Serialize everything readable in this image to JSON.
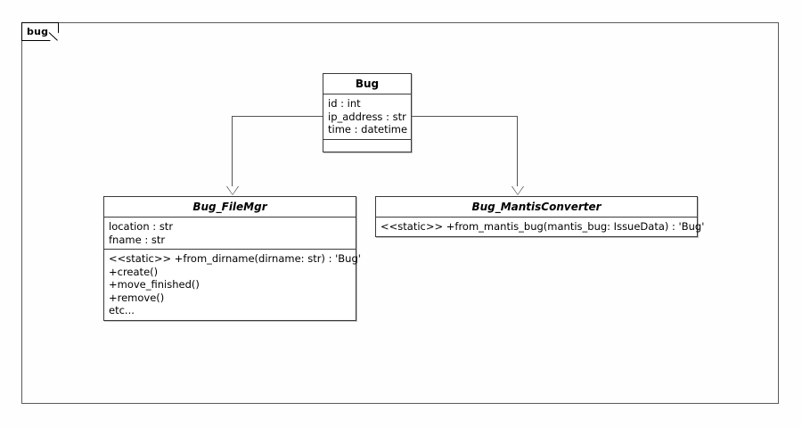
{
  "diagram": {
    "type": "uml-class-diagram",
    "package": {
      "name": "bug"
    },
    "classes": [
      {
        "id": "bug",
        "name": "Bug",
        "abstract": false,
        "attributes": [
          "id : int",
          "ip_address : str",
          "time : datetime"
        ],
        "methods": []
      },
      {
        "id": "bug_filemgr",
        "name": "Bug_FileMgr",
        "abstract": true,
        "attributes": [
          "location : str",
          "fname : str"
        ],
        "methods": [
          "<<static>> +from_dirname(dirname: str) : 'Bug'",
          "+create()",
          "+move_finished()",
          "+remove()",
          "etc..."
        ]
      },
      {
        "id": "bug_mantisconverter",
        "name": "Bug_MantisConverter",
        "abstract": true,
        "attributes": [],
        "methods": [
          "<<static>> +from_mantis_bug(mantis_bug: IssueData) : 'Bug'"
        ]
      }
    ],
    "relationships": [
      {
        "from": "Bug",
        "to": "Bug_FileMgr",
        "kind": "generalization",
        "arrow": "hollow-triangle"
      },
      {
        "from": "Bug",
        "to": "Bug_MantisConverter",
        "kind": "generalization",
        "arrow": "hollow-triangle"
      }
    ],
    "colors": {
      "background": "#fefefe",
      "class_fill": "#ffffff",
      "border": "#3a3a3a",
      "connector": "#555555",
      "text": "#000000"
    }
  }
}
